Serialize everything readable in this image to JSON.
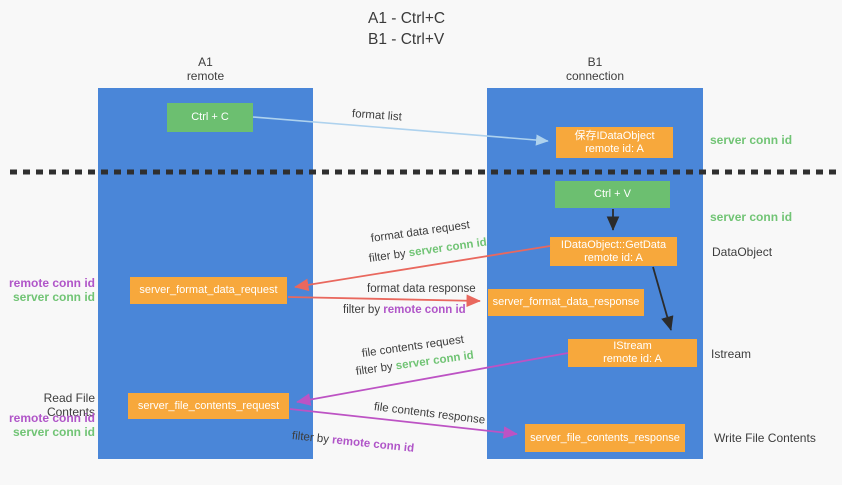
{
  "title": {
    "line1": "A1 - Ctrl+C",
    "line2": "B1 - Ctrl+V"
  },
  "columns": {
    "left": {
      "name": "A1",
      "role": "remote"
    },
    "right": {
      "name": "B1",
      "role": "connection"
    }
  },
  "boxes": {
    "ctrl_c": {
      "label": "Ctrl + C"
    },
    "save_idataobject": {
      "line1": "保存IDataObject",
      "line2": "remote id: A"
    },
    "ctrl_v": {
      "label": "Ctrl + V"
    },
    "getdata": {
      "line1": "IDataObject::GetData",
      "line2": "remote id: A"
    },
    "format_request": {
      "label": "server_format_data_request"
    },
    "format_response": {
      "label": "server_format_data_response"
    },
    "istream": {
      "line1": "IStream",
      "line2": "remote id: A"
    },
    "file_request": {
      "label": "server_file_contents_request"
    },
    "file_response": {
      "label": "server_file_contents_response"
    }
  },
  "flow_labels": {
    "format_list": "format list",
    "format_data_request": "format data request",
    "format_data_response": "format data response",
    "file_contents_request": "file contents request",
    "file_contents_response": "file contents response",
    "filter_by": "filter by ",
    "server_conn_id": "server conn id",
    "remote_conn_id": "remote conn id"
  },
  "side_labels": {
    "server_conn_id_top": "server conn id",
    "server_conn_id_mid": "server conn id",
    "dataobject": "DataObject",
    "istream": "Istream",
    "write_file_contents": "Write File Contents",
    "remote_conn_id_left_top": "remote conn id",
    "server_conn_id_left_top": "server conn id",
    "read_file_contents": "Read File Contents",
    "remote_conn_id_left_bottom": "remote conn id",
    "server_conn_id_left_bottom": "server conn id"
  },
  "colors": {
    "background": "#f8f8f8",
    "column_blue": "#4a86d8",
    "box_green": "#6cbf70",
    "box_orange": "#f7a83c",
    "arrow_light_blue": "#aed2ee",
    "arrow_red": "#e9685e",
    "arrow_magenta": "#bd53c4",
    "arrow_black": "#2b2b2b",
    "dotted_line": "#2f2f2f",
    "text_green": "#71c475",
    "text_purple": "#b055c8",
    "text_dark": "#3d3d3d"
  }
}
